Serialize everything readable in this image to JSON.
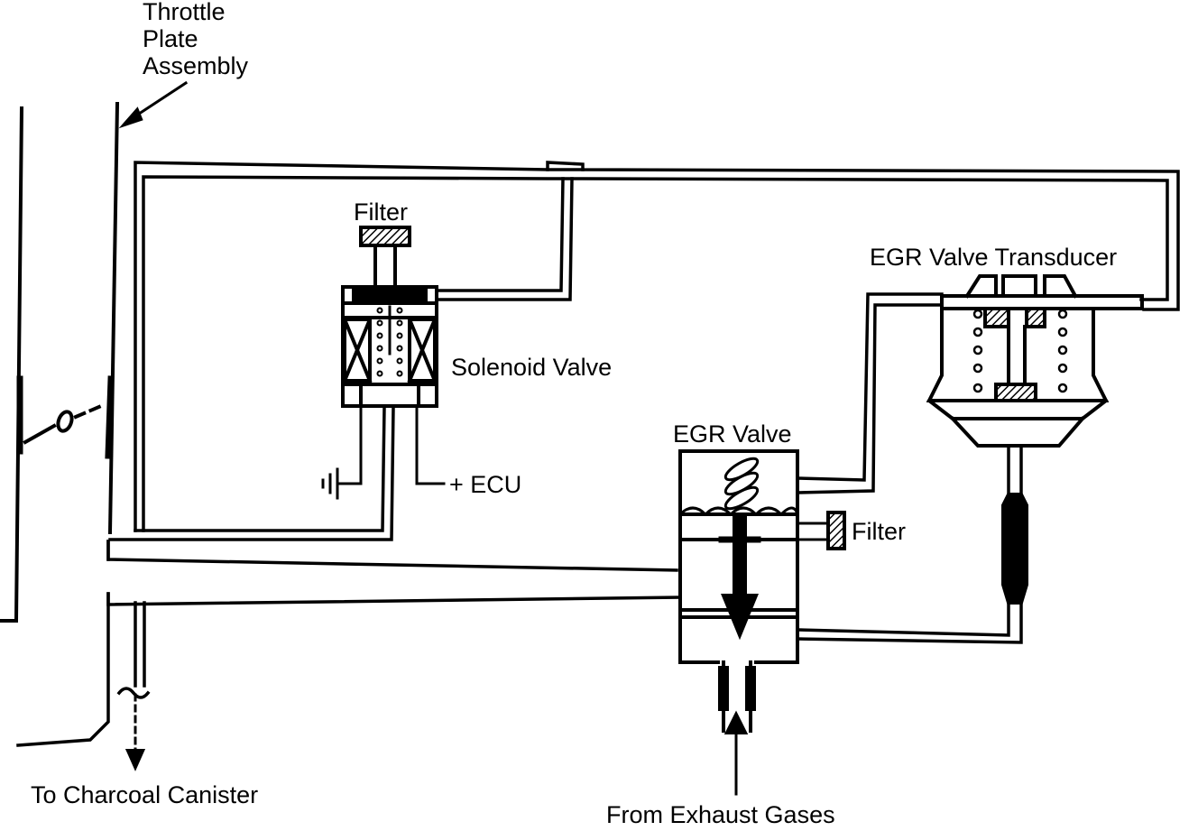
{
  "labels": {
    "throttle_line1": "Throttle",
    "throttle_line2": "Plate",
    "throttle_line3": "Assembly",
    "filter_top": "Filter",
    "solenoid_valve": "Solenoid Valve",
    "ecu": "+ ECU",
    "egr_valve": "EGR Valve",
    "egr_transducer": "EGR Valve Transducer",
    "filter_right": "Filter",
    "charcoal": "To Charcoal Canister",
    "exhaust": "From Exhaust Gases"
  }
}
